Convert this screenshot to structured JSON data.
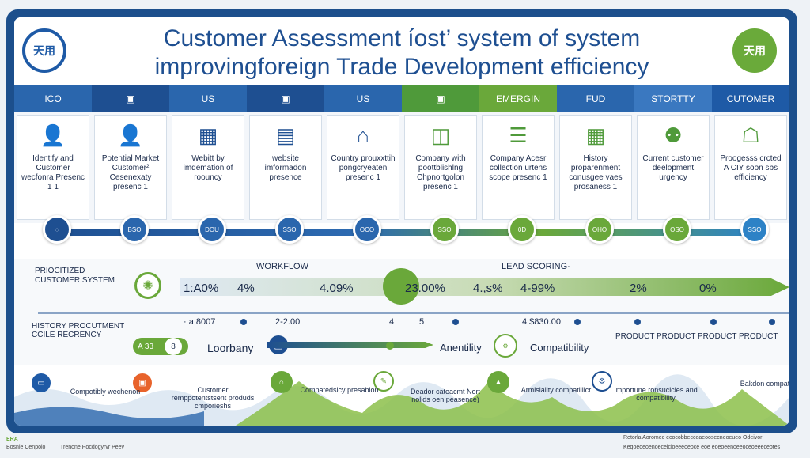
{
  "header": {
    "title_line1": "Customer Assessment íost’ system of system",
    "title_line2": "improvingforeign Trade  Development efficiency",
    "logo_left": "天用",
    "logo_right": "天用"
  },
  "nav": [
    {
      "label": "ICO",
      "color": "#2a66ad"
    },
    {
      "label": "▣",
      "color": "#1e4f91"
    },
    {
      "label": "US",
      "color": "#2a66ad"
    },
    {
      "label": "▣",
      "color": "#1e4f91"
    },
    {
      "label": "US",
      "color": "#2a66ad"
    },
    {
      "label": "▣",
      "color": "#4f9a3a"
    },
    {
      "label": "EMERGIN",
      "color": "#6aa83a"
    },
    {
      "label": "FUD",
      "color": "#2a66ad"
    },
    {
      "label": "STORTTY",
      "color": "#3a78c0"
    },
    {
      "label": "CUTOMER",
      "color": "#1e5aa6"
    }
  ],
  "cards": [
    {
      "icon": "👤",
      "text": "Identify and Customer wecfonra Presenc 1 1"
    },
    {
      "icon": "👤",
      "text": "Potential Market Customer² Cesenexaty presenc 1"
    },
    {
      "icon": "▦",
      "text": "Webitt by imdemation of roouncy"
    },
    {
      "icon": "▤",
      "text": "website imformadon presence"
    },
    {
      "icon": "⌂",
      "text": "Country prouxxttih pongcryeaten presenc 1"
    },
    {
      "icon": "◫",
      "text": "Company with poottblishlng Chpnortgolon presenc 1"
    },
    {
      "icon": "☰",
      "text": "Company Acesr collection urtens scope presenc 1"
    },
    {
      "icon": "▦",
      "text": "History proparenment conusgee vaes prosaness 1"
    },
    {
      "icon": "⚉",
      "text": "Current customer deelopment urgency"
    },
    {
      "icon": "☖",
      "text": "Proogesss crcted A CIY soon sbs efficiency"
    }
  ],
  "pins": [
    {
      "label": "◌",
      "color": "#1e4f91"
    },
    {
      "label": "BSO",
      "color": "#2a66ad"
    },
    {
      "label": "DOU",
      "color": "#2a66ad"
    },
    {
      "label": "SSO",
      "color": "#2a66ad"
    },
    {
      "label": "OCO",
      "color": "#2a66ad"
    },
    {
      "label": "SSO",
      "color": "#6aa83a"
    },
    {
      "label": "0D",
      "color": "#6aa83a"
    },
    {
      "label": "OHO",
      "color": "#6aa83a"
    },
    {
      "label": "OSO",
      "color": "#6aa83a"
    },
    {
      "label": "SSO",
      "color": "#2d82c6"
    }
  ],
  "mid": {
    "row1_label": "PRIOCITIZED CUSTOMER SYSTEM",
    "workflow": "WORKFLOW",
    "lead_scoring": "LEAD SCORING·",
    "row1_values": [
      "1:A0%",
      "4%",
      "4.09%",
      "23.00%",
      "4.,s%",
      "4-99%",
      "2%",
      "0%"
    ],
    "row1_small": [
      "· a 8007",
      "2-2.00",
      "4",
      "5",
      "4 $830.00"
    ],
    "row2_label": "HISTORY PROCUTMENT CCILE RECRENCY",
    "row2_badge": "A 33",
    "row2_badge_num": "8",
    "row2_left": "Loorbany",
    "row2_mid": "Anentility",
    "row2_right": "Compatibility",
    "products": [
      "PRODUCT",
      "PRODUCT",
      "PRODUCT",
      "PRODUCT"
    ]
  },
  "bottom": [
    "Compotibly wechenon",
    "Customer remppotentstsent produds cmporieshs",
    "Compatedsicy presablon",
    "Deador cateacmt Nort nolids oen peasence)",
    "Armisiality compatillicr",
    "Importune ronsucicles and compatibility",
    "Bakdon compation"
  ],
  "footer": {
    "left1": "ERA",
    "left2": "Bosnie Cenpolo",
    "left3": "Trenone Pocdogyrvr Peev",
    "right1": "Retorla Aoromec ecocobbecceaeoosecneoeueo Odeivor",
    "right2": "Keqoeoeoenoeceicioeeeoeoce eoe eoeoeenoeeoceoeeeceotes"
  }
}
